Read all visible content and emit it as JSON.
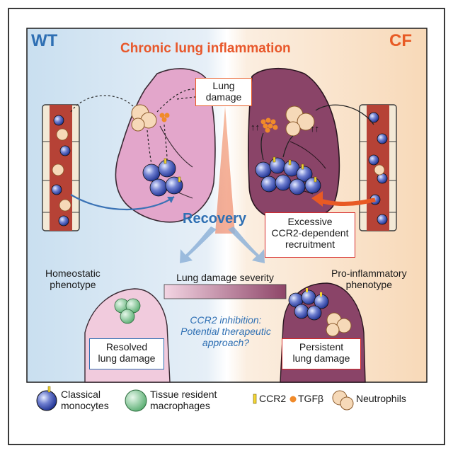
{
  "header": {
    "wt": "WT",
    "title": "Chronic lung inflammation",
    "cf": "CF"
  },
  "center": {
    "lung_damage": [
      "Lung",
      "damage"
    ],
    "recovery": "Recovery",
    "severity": "Lung damage severity",
    "ccr2_inhibition": [
      "CCR2 inhibition:",
      "Potential therapeutic",
      "approach?"
    ]
  },
  "left": {
    "phenotype": [
      "Homeostatic",
      "phenotype"
    ],
    "outcome": [
      "Resolved",
      "lung damage"
    ]
  },
  "right": {
    "recruitment": [
      "Excessive",
      "CCR2-dependent",
      "recruitment"
    ],
    "phenotype": [
      "Pro-inflammatory",
      "phenotype"
    ],
    "outcome": [
      "Persistent",
      "lung damage"
    ]
  },
  "legend": {
    "monocytes": [
      "Classical",
      "monocytes"
    ],
    "macrophages": [
      "Tissue resident",
      "macrophages"
    ],
    "ccr2": "CCR2",
    "tgfb": "TGFβ",
    "neutrophils": "Neutrophils"
  },
  "colors": {
    "wt_blue": "#2e6fb3",
    "cf_orange": "#e85a24",
    "title_orange": "#e8572a",
    "outcome_left_border": "#2e6fb3",
    "outcome_right_border": "#d62a2a",
    "italic_blue": "#2e6fb3"
  }
}
